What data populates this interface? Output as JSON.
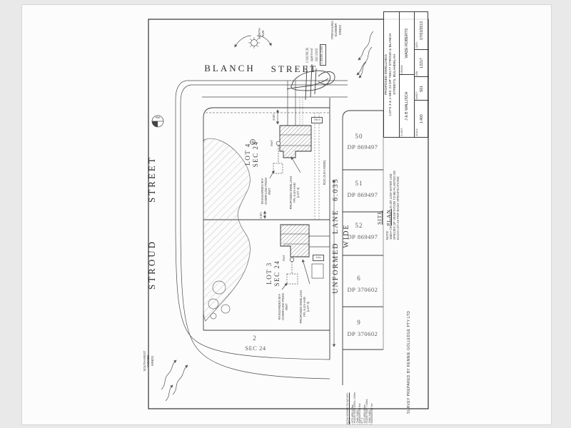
{
  "title_block": {
    "title_lines": [
      "PROPOSED DWELLINGS",
      "LOTS 3 & 4 SEC 24 DP 758177 STROUD & BLANCH",
      "STREETS, BULAHDELAH"
    ],
    "client_label": "CLIENT:",
    "client": "J & B WALLISCH",
    "drawn_label": "DRAWN:",
    "drawn": "WADE ROBERTS",
    "scale_label": "SCALE:",
    "scale": "1:400",
    "sheet_label": "SHEET:",
    "sheet": "S01",
    "job_label": "JOB:",
    "job": "12217",
    "date_label": "DATE:",
    "date": "07/03/2013"
  },
  "streets": {
    "blanch": "BLANCH",
    "blanch_street": "STREET",
    "stroud": "STROUD",
    "stroud_street": "STREET",
    "unformed_lane": "UNFORMED LANE 6.035 WIDE"
  },
  "drawing_label": "SITE PLAN",
  "footer": "SURVEY PREPARED BY RENNIE GOLLEDGE PTY LTD",
  "neighbour_lots": [
    {
      "number": "50",
      "dp": "DP 869497"
    },
    {
      "number": "51",
      "dp": "DP 869497"
    },
    {
      "number": "52",
      "dp": "DP 869497"
    },
    {
      "number": "6",
      "dp": "DP 370602"
    },
    {
      "number": "9",
      "dp": "DP 370602"
    }
  ],
  "subject_lots": {
    "lot4": {
      "line1": "LOT 4",
      "line2": "SEC 24"
    },
    "lot3": {
      "line1": "LOT 3",
      "line2": "SEC 24"
    },
    "lot2": {
      "line1": "2",
      "line2": "SEC 24"
    }
  },
  "annotations": {
    "raingarden4": [
      "RAINGARDEN 9m²",
      "OVERFLOW FROM",
      "RWT"
    ],
    "dwelling4": [
      "PROPOSED DWELLING",
      "FFL 6.4m AHD",
      "(LOT 4)"
    ],
    "raingarden3": [
      "RAINGARDEN 8m²",
      "OVERFLOW FROM",
      "RWT"
    ],
    "dwelling3": [
      "PROPOSED DWELLING",
      "FFL 6.4m AHD",
      "(LOT 3)"
    ],
    "rwt4": "RWT",
    "rwt3": "RWT",
    "roc": "ROC (5.0m WIDE)",
    "dim_8m": "8.0m",
    "dim_2m": "2.0m",
    "box1": "T/80.9",
    "box2": "4.6m",
    "bm": "BM"
  },
  "environment": {
    "north_sun": [
      "NORTH",
      "SUN"
    ],
    "summer_winds": [
      "PREVAILING",
      "SUMMER",
      "WINDS"
    ],
    "winter_winds": [
      "SOUTH-WEST",
      "WINTER",
      "WINDS"
    ]
  },
  "stamp": {
    "lines": [
      "COUNCIL",
      "approved",
      "341/2005"
    ],
    "date_stamp": "5 MAR 2008"
  },
  "note": {
    "header": "NOTE:",
    "lines": [
      "160m² OF INDIGENOUS OR LOW WATER USE",
      "SPECIES OF VEGETATION TO BE PLANTED ON",
      "EACH LOT AS PER BASIX SPECIFICATIONS"
    ]
  },
  "dcp_notes": {
    "header": "DCP94 DEEMED TO SATISFY:",
    "lot3_label": "LOT 3:",
    "lot3_items": [
      "SITE AREA 638m²",
      "HOUSE ROOF AREA = 200m²",
      "TANK 3,000L",
      "RAINGARDEN 8m²"
    ],
    "lot4_label": "LOT 4:",
    "lot4_items": [
      "SITE AREA 600m²",
      "HOUSE ROOF < 190m²",
      "TANK 3,000L",
      "RAINGARDEN 9m²"
    ]
  }
}
